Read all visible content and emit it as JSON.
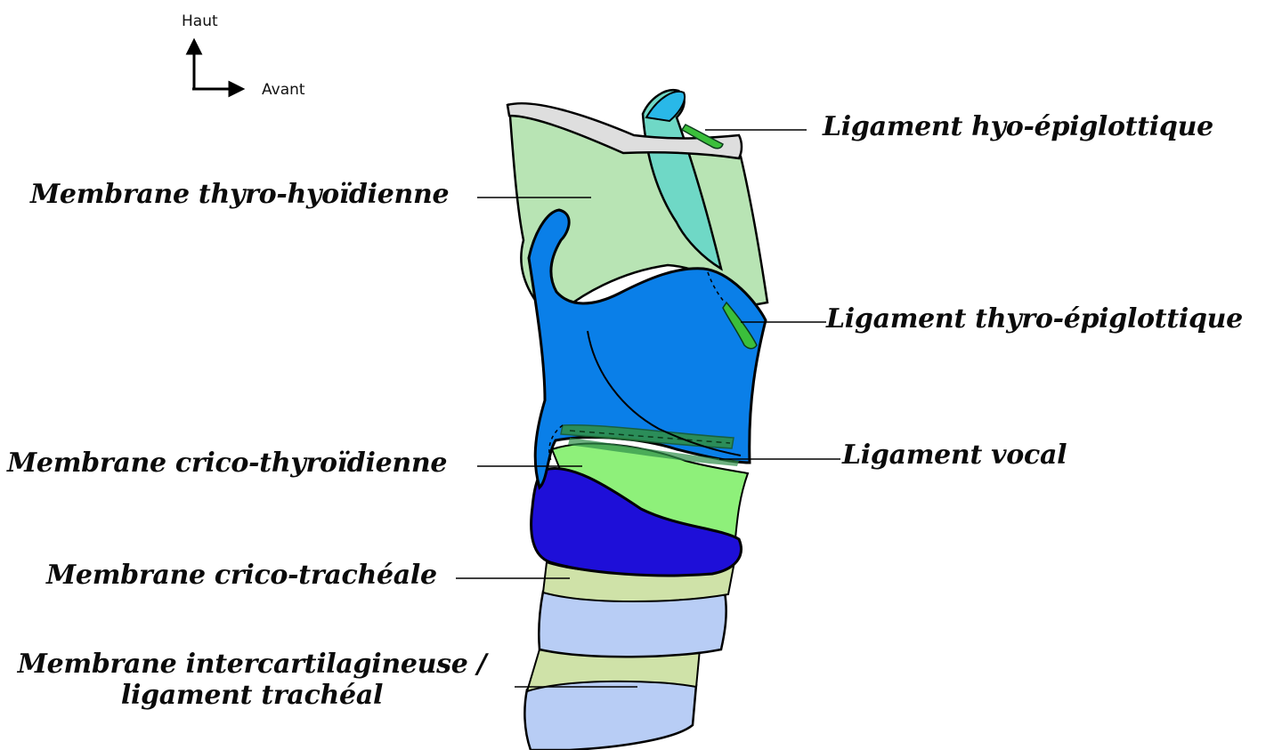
{
  "orientation": {
    "up_label": "Haut",
    "forward_label": "Avant"
  },
  "labels": {
    "hyo_epiglottique": "Ligament hyo-épiglottique",
    "thyro_hyoidienne": "Membrane thyro-hyoïdienne",
    "thyro_epiglottique": "Ligament thyro-épiglottique",
    "vocal": "Ligament vocal",
    "crico_thyroidienne": "Membrane crico-thyroïdienne",
    "crico_tracheale": "Membrane crico-trachéale",
    "intercartilagineuse_line1": "Membrane intercartilagineuse /",
    "intercartilagineuse_line2": "ligament trachéal"
  },
  "colors": {
    "membrane_light_green": "#b8e4b4",
    "thyroid_blue": "#0a7fe8",
    "cricoid_dark_blue": "#1e0fd8",
    "trachea_ring_blue": "#b8cdf5",
    "crico_tracheal_green": "#cfe2a8",
    "crico_thyroid_green": "#8ef07a",
    "epiglottis_teal": "#6fd8c6",
    "hyoid_grey": "#dedede",
    "ligament_green": "#3bbf3b"
  }
}
